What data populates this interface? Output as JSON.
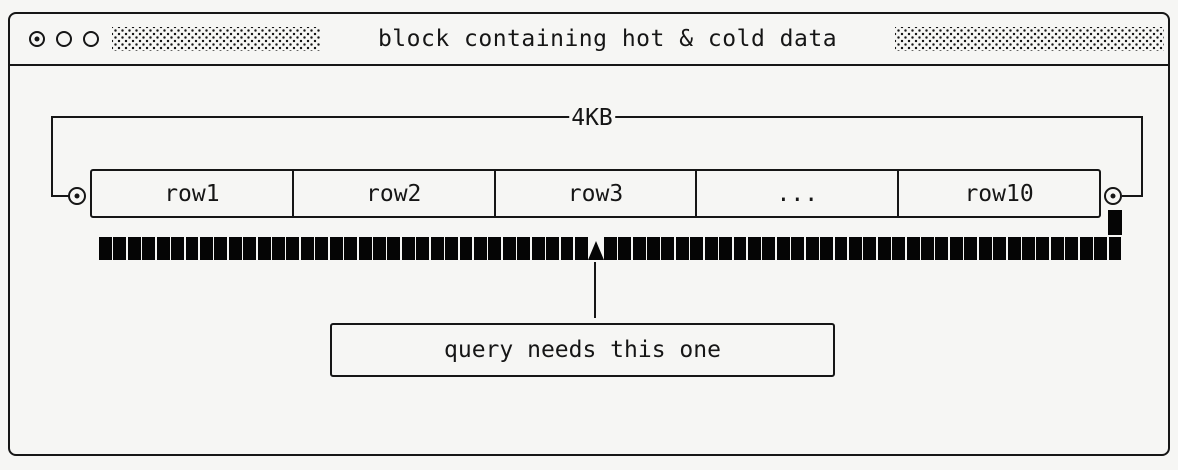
{
  "window": {
    "title": "block containing hot & cold data",
    "control_icons": [
      "circled-dot",
      "circle",
      "circle"
    ]
  },
  "diagram": {
    "size_label": "4KB",
    "row_labels": [
      "row1",
      "row2",
      "row3",
      "...",
      "row10"
    ],
    "packed_bar": {
      "cells_before_marker": 34,
      "cells_after_marker": 36,
      "overflow_cells": 1
    },
    "callout_label": "query needs this one"
  },
  "colors": {
    "ink": "#161616",
    "canvas": "#f6f6f4",
    "cell_fill": "#050505"
  }
}
